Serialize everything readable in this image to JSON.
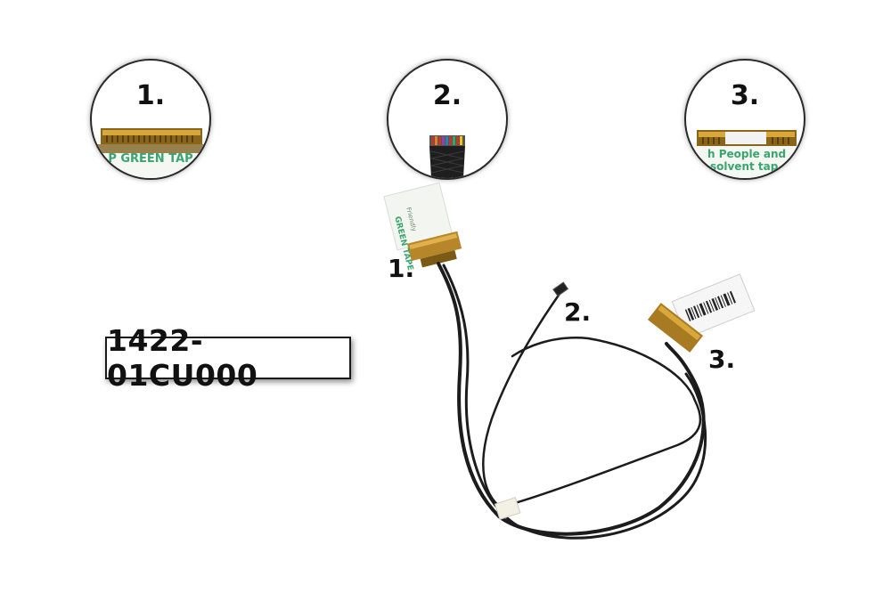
{
  "product": {
    "part_number": "1422-01CU000"
  },
  "callouts": [
    {
      "number": "1."
    },
    {
      "number": "2."
    },
    {
      "number": "3."
    }
  ],
  "zooms": [
    {
      "number": "1.",
      "tape_text": "P GREEN TAP"
    },
    {
      "number": "2."
    },
    {
      "number": "3.",
      "tape_text_line1": "h People and",
      "tape_text_line2": "-solvent tap"
    }
  ],
  "connector_labels": {
    "connector1_tape": "GREEN TAPE",
    "connector1_tape_small": "Friendly"
  },
  "colors": {
    "cable": "#1c1c1c",
    "connector_gold": "#b8862a",
    "tape_green": "#3aa56e",
    "background": "#ffffff"
  }
}
